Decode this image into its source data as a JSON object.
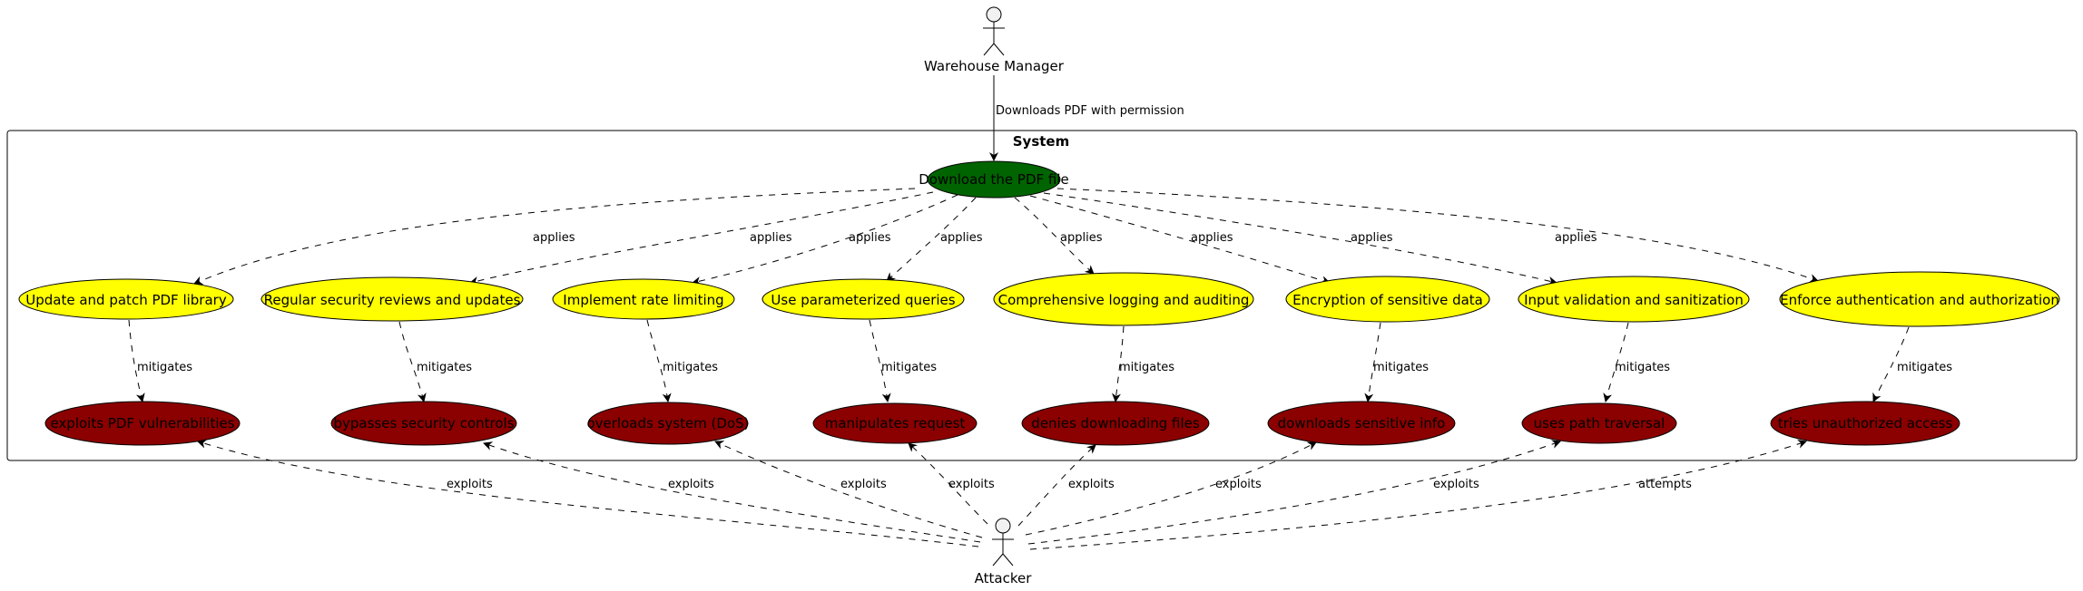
{
  "actors": {
    "manager": "Warehouse Manager",
    "attacker": "Attacker"
  },
  "system": {
    "title": "System"
  },
  "primary_use_case": "Download the PDF file",
  "manager_link_label": "Downloads PDF with permission",
  "controls": [
    "Update and patch PDF library",
    "Regular security reviews and updates",
    "Implement rate limiting",
    "Use parameterized queries",
    "Comprehensive logging and auditing",
    "Encryption of sensitive data",
    "Input validation and sanitization",
    "Enforce authentication and authorization"
  ],
  "threats": [
    "exploits PDF vulnerabilities",
    "bypasses security controls",
    "overloads system (DoS)",
    "manipulates request",
    "denies downloading files",
    "downloads sensitive info",
    "uses path traversal",
    "tries unauthorized access"
  ],
  "labels": {
    "applies": "applies",
    "mitigates": "mitigates",
    "attacker_links": [
      "exploits",
      "exploits",
      "exploits",
      "exploits",
      "exploits",
      "exploits",
      "exploits",
      "attempts"
    ]
  },
  "colors": {
    "primary": "#006400",
    "control": "#ffff00",
    "threat": "#8b0000",
    "actor": "#f1f1f1"
  }
}
